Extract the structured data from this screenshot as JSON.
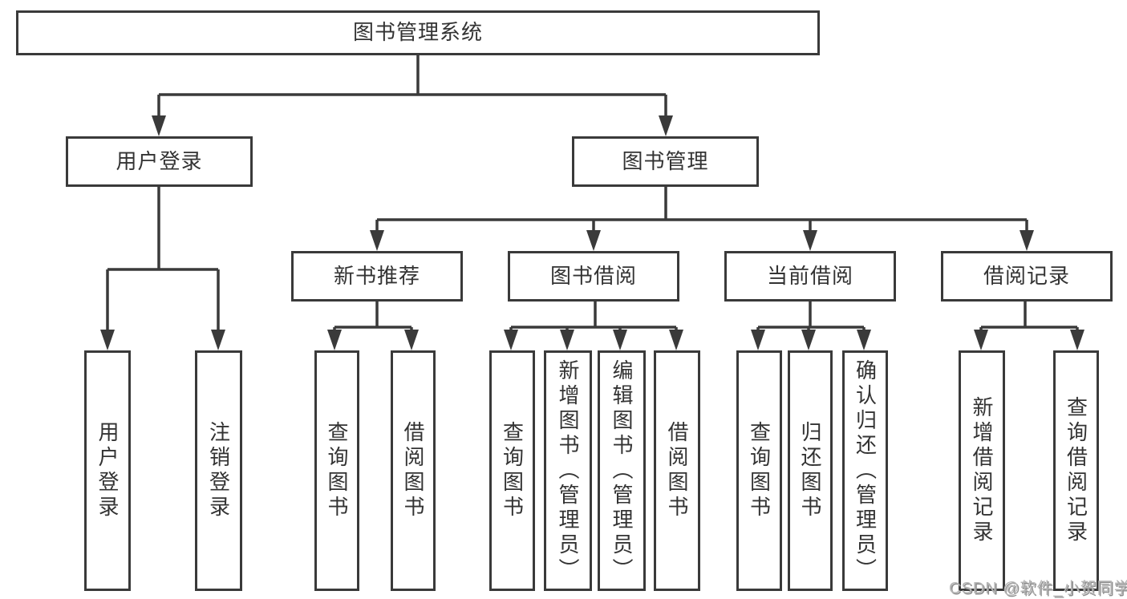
{
  "diagram": {
    "tree": {
      "label": "图书管理系统",
      "children": [
        {
          "label": "用户登录",
          "children": [
            {
              "label": "用户登录"
            },
            {
              "label": "注销登录"
            }
          ]
        },
        {
          "label": "图书管理",
          "children": [
            {
              "label": "新书推荐",
              "children": [
                {
                  "label": "查询图书"
                },
                {
                  "label": "借阅图书"
                }
              ]
            },
            {
              "label": "图书借阅",
              "children": [
                {
                  "label": "查询图书"
                },
                {
                  "label": "新增图书（管理员）"
                },
                {
                  "label": "编辑图书（管理员）"
                },
                {
                  "label": "借阅图书"
                }
              ]
            },
            {
              "label": "当前借阅",
              "children": [
                {
                  "label": "查询图书"
                },
                {
                  "label": "归还图书"
                },
                {
                  "label": "确认归还（管理员）"
                }
              ]
            },
            {
              "label": "借阅记录",
              "children": [
                {
                  "label": "新增借阅记录"
                },
                {
                  "label": "查询借阅记录"
                }
              ]
            }
          ]
        }
      ]
    }
  },
  "watermark": {
    "text": "CSDN @软件_小贺同学"
  },
  "colors": {
    "line": "#3a3a3a",
    "text": "#333333",
    "background": "#ffffff",
    "watermark": "#b5b5b5"
  }
}
